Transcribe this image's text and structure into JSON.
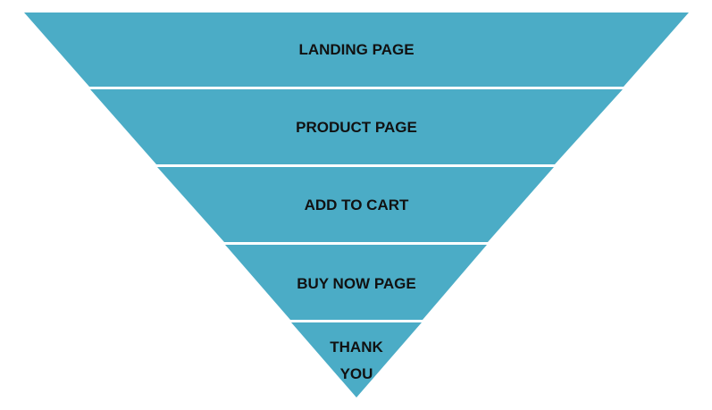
{
  "funnel": {
    "fill_color": "#4BACC6",
    "separator_color": "#ffffff",
    "stages": [
      {
        "label_lines": [
          "LANDING PAGE"
        ]
      },
      {
        "label_lines": [
          "PRODUCT PAGE"
        ]
      },
      {
        "label_lines": [
          "ADD TO CART"
        ]
      },
      {
        "label_lines": [
          "BUY NOW PAGE"
        ]
      },
      {
        "label_lines": [
          "THANK",
          "YOU"
        ]
      }
    ]
  }
}
